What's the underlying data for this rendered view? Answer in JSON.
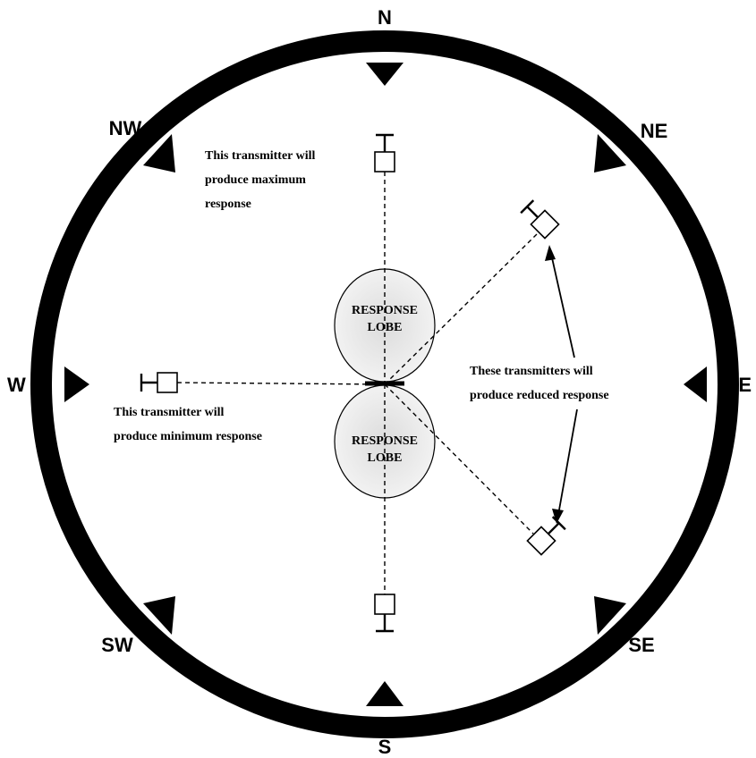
{
  "compass": {
    "north": "N",
    "northeast": "NE",
    "east": "E",
    "southeast": "SE",
    "south": "S",
    "southwest": "SW",
    "west": "W",
    "northwest": "NW"
  },
  "lobes": {
    "upper_line1": "RESPONSE",
    "upper_line2": "LOBE",
    "lower_line1": "RESPONSE",
    "lower_line2": "LOBE"
  },
  "notes": {
    "maximum": [
      "This transmitter will",
      "produce maximum",
      "response"
    ],
    "minimum": [
      "This transmitter will",
      "produce minimum response"
    ],
    "reduced": [
      "These transmitters will",
      "produce reduced response"
    ]
  },
  "colors": {
    "ink": "#000000",
    "paper": "#ffffff",
    "lobe_shade": "#e6e6e6"
  }
}
